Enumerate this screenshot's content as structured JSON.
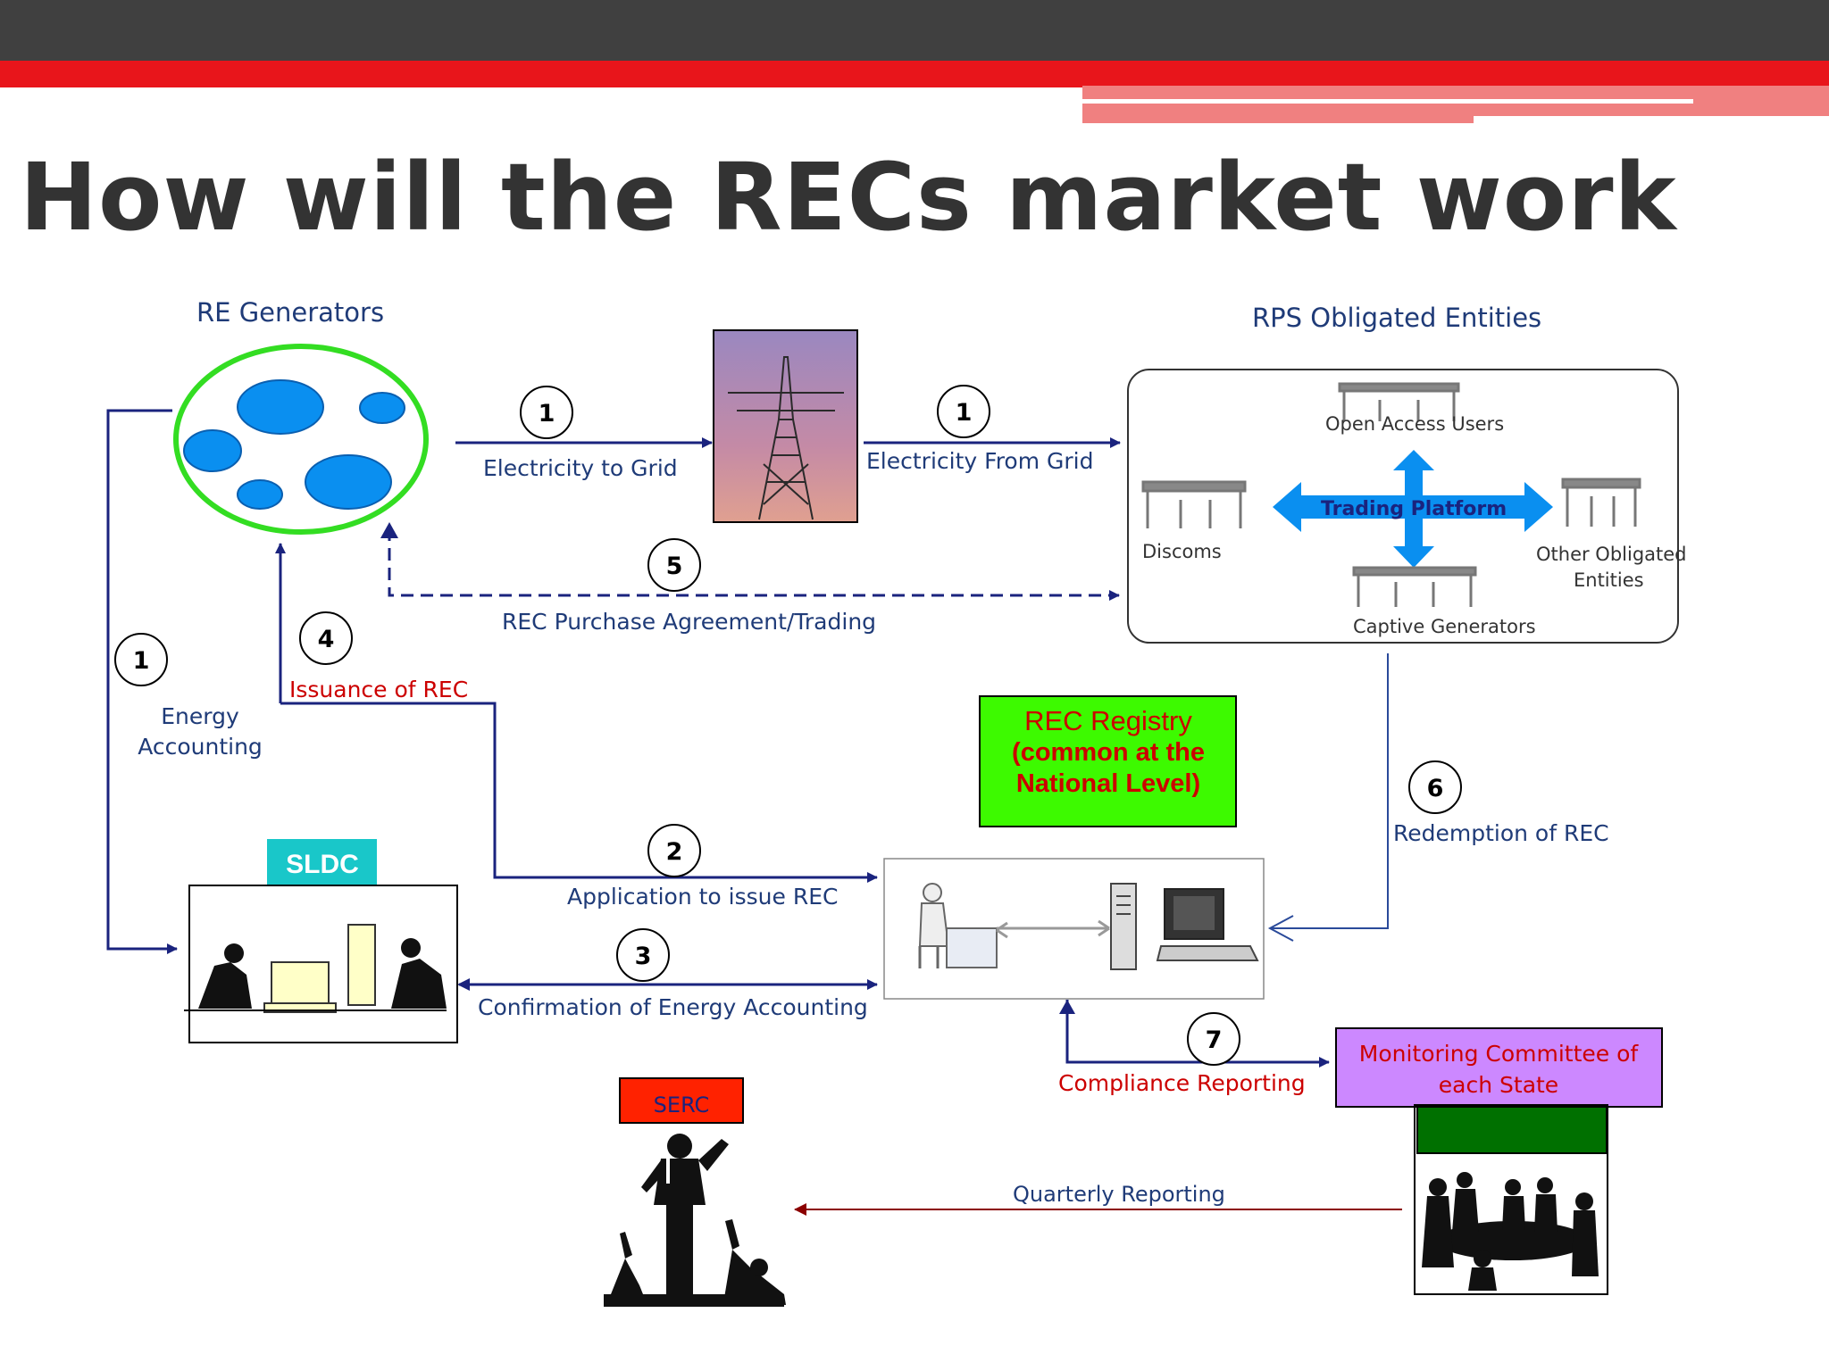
{
  "slide": {
    "title": "How will the RECs market work"
  },
  "diagram": {
    "re_generators_label": "RE Generators",
    "rps_label": "RPS Obligated Entities",
    "entities": {
      "open_access": "Open Access Users",
      "discoms": "Discoms",
      "other_obligated_line1": "Other Obligated",
      "other_obligated_line2": "Entities",
      "captive": "Captive Generators",
      "trading_platform": "Trading  Platform"
    },
    "sldc_label": "SLDC",
    "serc_label": "SERC",
    "rec_registry": [
      "REC Registry",
      "(common at the",
      "National Level)"
    ],
    "monitoring": [
      "Monitoring Committee of",
      "each State"
    ],
    "flows": {
      "electricity_to_grid": "Electricity to Grid",
      "electricity_from_grid": "Electricity From Grid",
      "rec_purchase": "REC Purchase Agreement/Trading",
      "issuance": "Issuance of REC",
      "energy_accounting_1": "Energy",
      "energy_accounting_2": "Accounting",
      "application": "Application to issue REC",
      "confirmation": "Confirmation of Energy Accounting",
      "redemption": "Redemption of REC",
      "compliance": "Compliance Reporting",
      "quarterly": "Quarterly Reporting"
    },
    "step_numbers": {
      "grid_in": "1",
      "grid_out": "1",
      "energy": "1",
      "application": "2",
      "confirmation": "3",
      "issuance": "4",
      "purchase": "5",
      "redemption": "6",
      "compliance": "7"
    },
    "colors": {
      "arrow_blue": "#1a237e",
      "trading_blue": "#0a8ff0",
      "registry_green": "#3dfa00",
      "sldc_teal": "#19c7c9",
      "serc_red": "#ff2200",
      "monitoring_purple": "#cc88ff",
      "dark_green": "#007000",
      "generator_ring": "#33dd22",
      "generator_blob": "#0a8ff0"
    }
  }
}
